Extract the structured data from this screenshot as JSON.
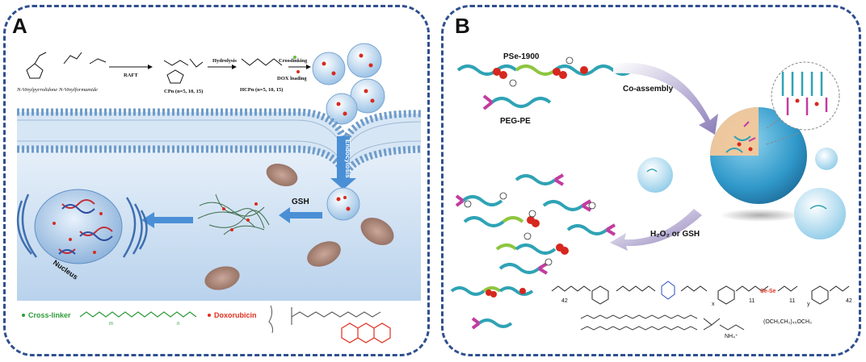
{
  "panelA": {
    "label": "A",
    "monomer1": "N-Vinylpyrrolidone",
    "monomer2": "N-Vinylformamide",
    "raft": "RAFT",
    "cpn": "CPn (n=5, 10, 15)",
    "hydrolysis": "Hydrolysis",
    "hcpn": "HCPn (n=5, 10, 15)",
    "crosslinking": "Crosslinking",
    "dox_loading": "DOX loading",
    "endocytosis": "Endocytosis",
    "gsh": "GSH",
    "nucleus": "Nucleus",
    "legend_crosslinker": "Cross-linker",
    "legend_doxorubicin": "Doxorubicin",
    "legend_m": "m",
    "legend_n": "n"
  },
  "panelB": {
    "label": "B",
    "pse": "PSe-1900",
    "pegpe": "PEG-PE",
    "coassembly": "Co-assembly",
    "h2o2": "H₂O₂ or GSH",
    "chem_42a": "42",
    "chem_42b": "42",
    "chem_x": "x",
    "chem_y": "y",
    "chem_11a": "11",
    "chem_11b": "11",
    "chem_sese": "Se-Se",
    "chem_nh4": "NH₄⁺",
    "chem_peg": "(OCH₂CH₂)₄₅OCH₃"
  },
  "colors": {
    "border": "#2f4f8f",
    "membrane_head": "#8fb3d9",
    "cytoplasm": "#cfe0f2",
    "arrow": "#4a8fd6",
    "teal": "#2fa3b5",
    "green": "#8ec63f",
    "magenta": "#c23ca0",
    "red": "#d6281f",
    "crosslinker": "#2e9b3a",
    "dox": "#e0301e"
  }
}
